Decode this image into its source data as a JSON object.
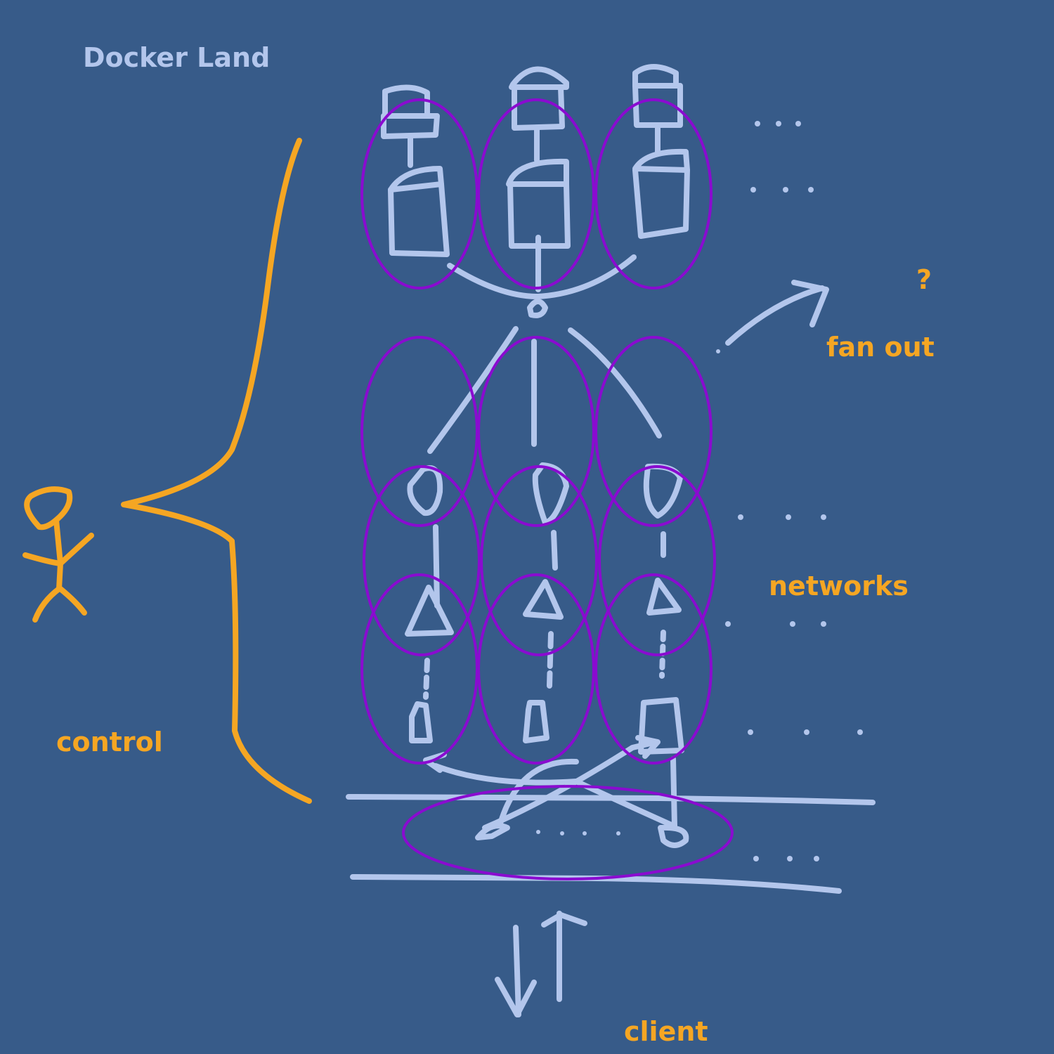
{
  "title": "Docker Land",
  "labels": {
    "question": "?",
    "fan_out": "fan out",
    "networks": "networks",
    "control": "control",
    "client": "client"
  },
  "colors": {
    "background": "#375b89",
    "title": "#b3c6ec",
    "label": "#f5a623",
    "sketch": "#b3c6ec",
    "ellipse": "#8a0bd0"
  },
  "icons": [
    "stick-figure-icon",
    "container-stack-icon",
    "up-arrow-icon",
    "down-arrow-icon"
  ]
}
